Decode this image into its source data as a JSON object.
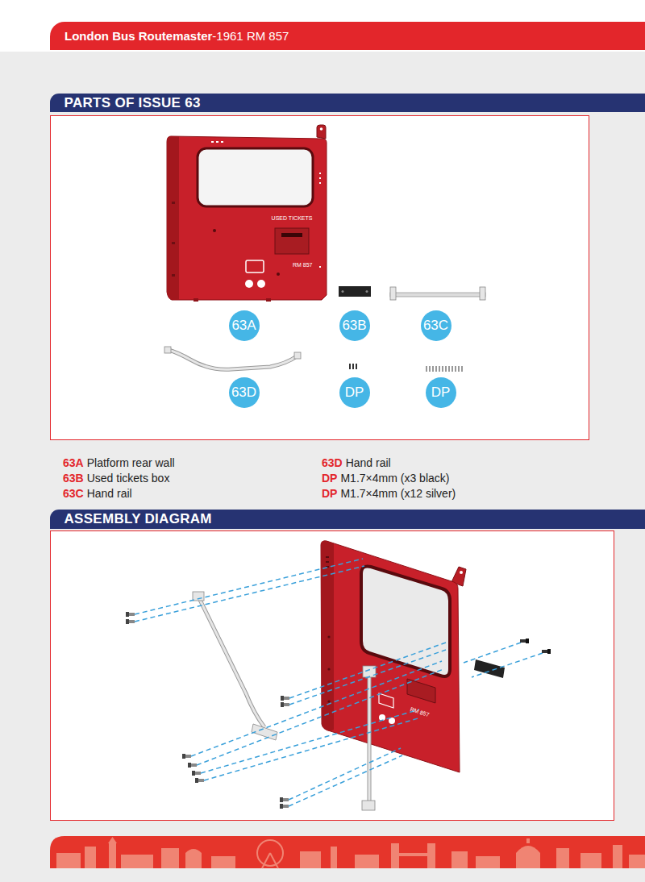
{
  "diagram": {
    "nodes": [
      {
        "text": [
          "London Bus Routemaster",
          "-1961 RM 857"
        ]
      },
      {
        "text": [
          "PARTS OF ISSUE 63"
        ]
      },
      {
        "text": [
          "63A"
        ],
        "in": 1
      },
      {
        "text": [
          "63B"
        ],
        "in": 1
      },
      {
        "text": [
          "63C"
        ],
        "in": 1
      },
      {
        "text": [
          "63D"
        ],
        "in": 1
      },
      {
        "text": [
          "DP"
        ],
        "in": 1
      },
      {
        "text": [
          "DP"
        ],
        "in": 1
      },
      {
        "text": [
          "ASSEMBLY DIAGRAM"
        ]
      }
    ],
    "labels": [
      "USED TICKETS",
      "RM 857",
      "63A",
      "Platform rear wall",
      "63B",
      "Used tickets box",
      "63C",
      "Hand rail",
      "63D",
      "Hand rail",
      "DP",
      "M1.7×4mm (x3 black)",
      "DP",
      "M1.7×4mm (x12 silver)",
      "RM 857"
    ]
  }
}
